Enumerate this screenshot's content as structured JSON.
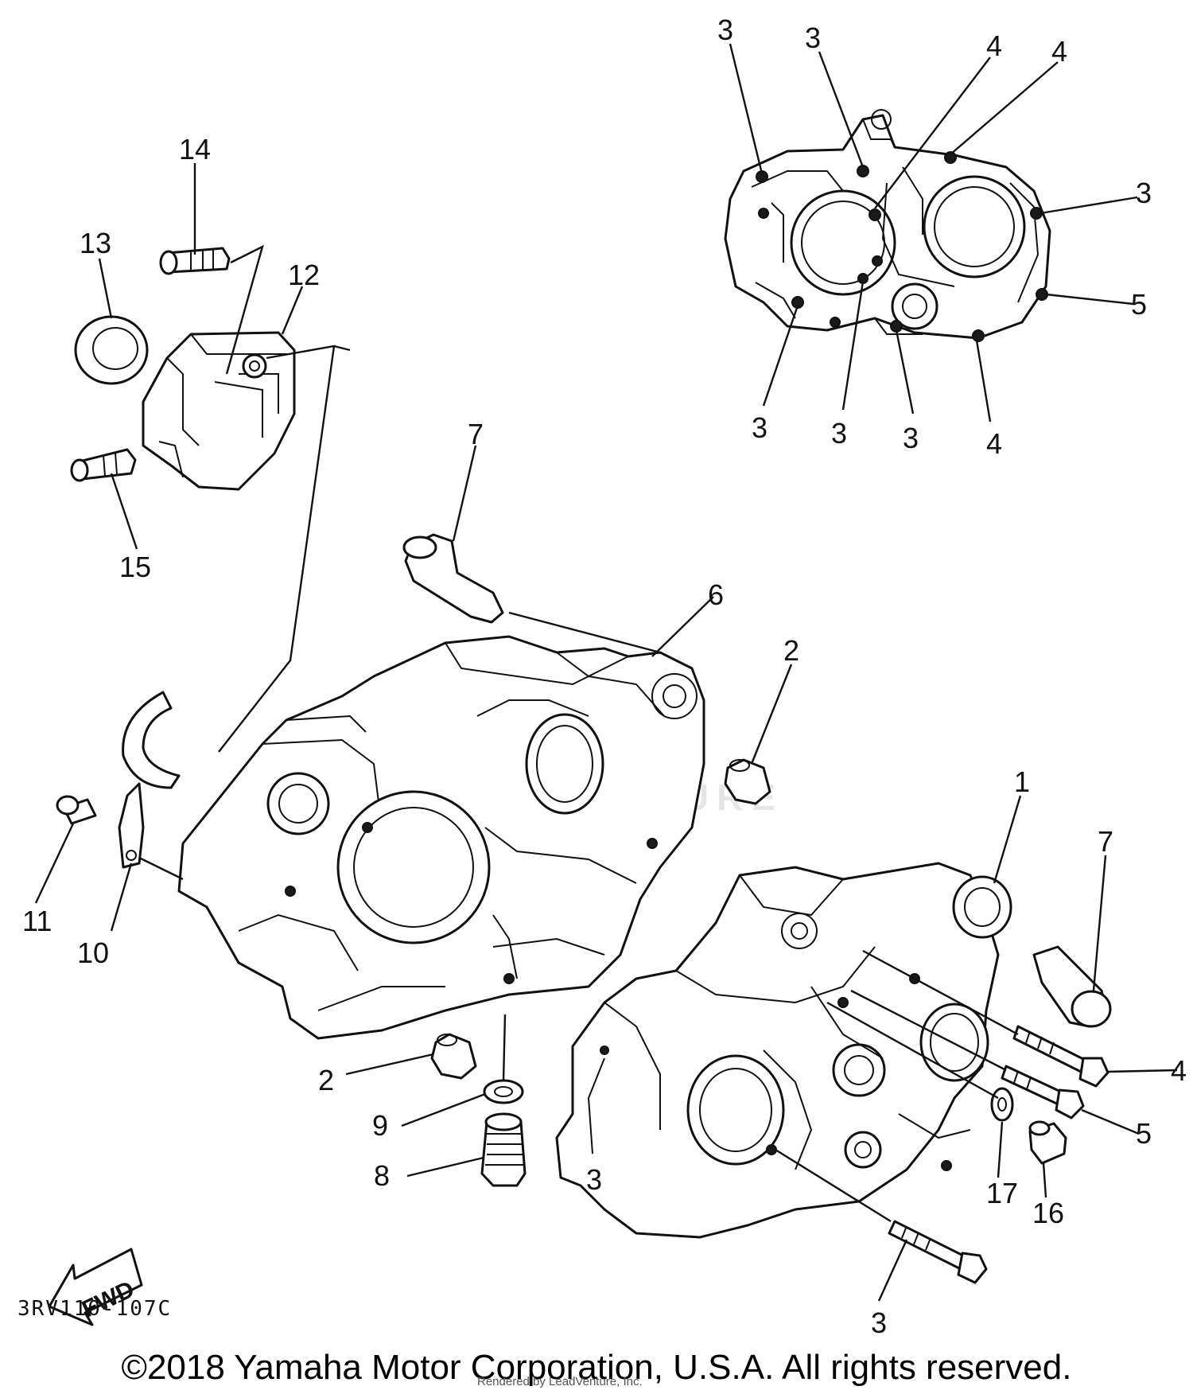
{
  "diagram": {
    "callouts": [
      "1",
      "2",
      "2",
      "3",
      "3",
      "3",
      "3",
      "3",
      "3",
      "3",
      "3",
      "4",
      "4",
      "4",
      "4",
      "5",
      "5",
      "6",
      "7",
      "7",
      "8",
      "9",
      "10",
      "11",
      "12",
      "13",
      "14",
      "15",
      "16",
      "17"
    ],
    "diagram_code": "3RV110-107C",
    "fwd_label": "FWD",
    "watermark_text": "PARTZILLA • VENTURE",
    "rendered_by": "Rendered by LeadVenture, Inc.",
    "copyright": "©2018 Yamaha Motor Corporation, U.S.A. All rights reserved."
  }
}
